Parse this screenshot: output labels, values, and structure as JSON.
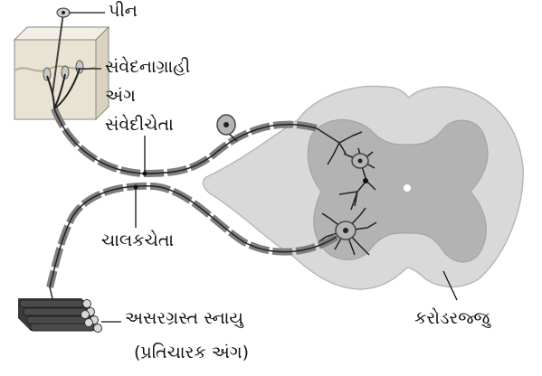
{
  "labels": {
    "pin": "પીન",
    "sensory_organ_line1": "સંવેદનાગ્રાહી",
    "sensory_organ_line2": "અંગ",
    "sensory_nerve": "સંવેદીચેતા",
    "motor_nerve": "ચાલકચેતા",
    "effector_muscle": "અસરગ્રસ્ત સ્નાયુ",
    "effector_note": "(પ્રતિચારક અંગ)",
    "spinal_cord": "કરોડરજ્જુ"
  },
  "colors": {
    "white_matter": "#d8d8d8",
    "grey_matter": "#b3b3b3",
    "nerve_sheath": "#8a8a8a",
    "axon": "#222222",
    "skin_block": "#e8e2d2",
    "leader_line": "#111111"
  },
  "icons": [
    "pin-icon",
    "skin-receptor-icon",
    "neuron-cell-body-icon",
    "muscle-bundle-icon"
  ]
}
